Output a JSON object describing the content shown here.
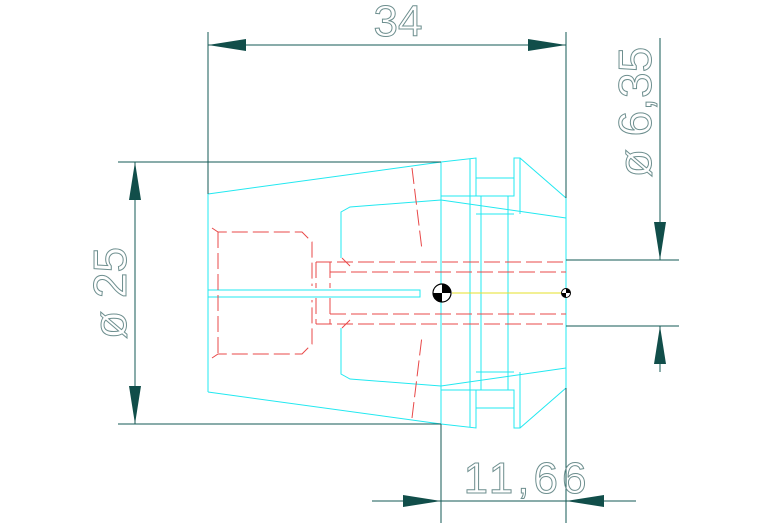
{
  "drawing": {
    "dimensions": {
      "length": "34",
      "outer_diameter": "ø 25",
      "bore_diameter": "ø 6,35",
      "offset": "11,66"
    },
    "colors": {
      "outline": "#22e8f0",
      "hidden": "#e84848",
      "dimension": "#135a55",
      "arrow": "#114e4a",
      "dim_text": "#6e8f8f",
      "axis": "#e6e02a"
    }
  }
}
